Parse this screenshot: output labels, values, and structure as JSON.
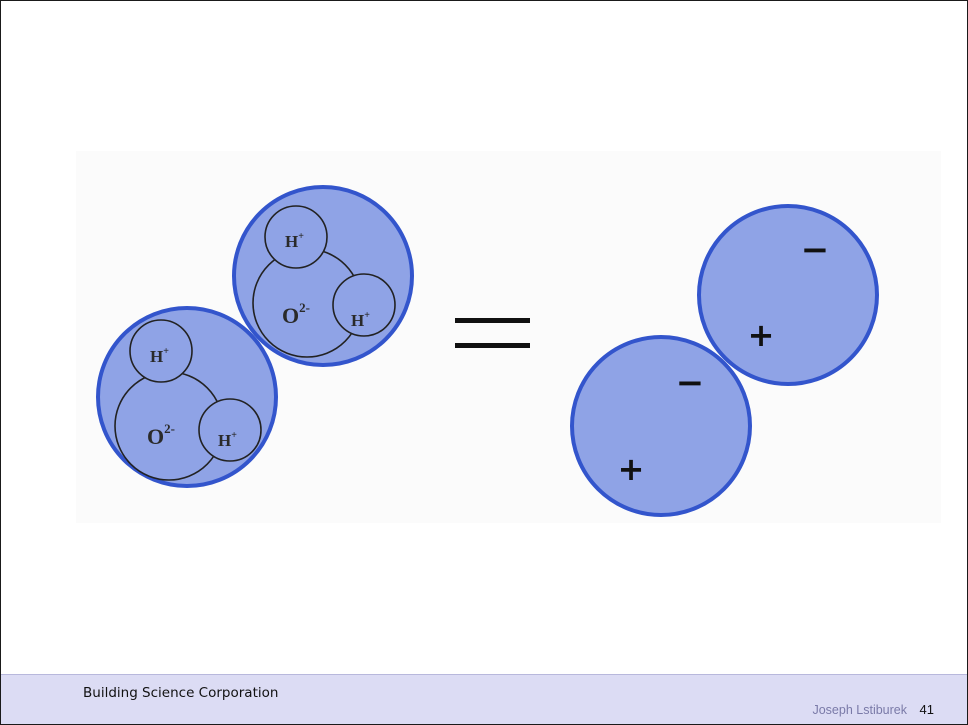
{
  "diagram": {
    "left_molecules": [
      {
        "hydrogen_top": "H",
        "hydrogen_side": "H",
        "hydrogen_charge": "+",
        "oxygen": "O",
        "oxygen_charge": "2-"
      },
      {
        "hydrogen_top": "H",
        "hydrogen_side": "H",
        "hydrogen_charge": "+",
        "oxygen": "O",
        "oxygen_charge": "2-"
      }
    ],
    "equals_sign": "=",
    "right_dipoles": [
      {
        "positive": "+",
        "negative": "−"
      },
      {
        "positive": "+",
        "negative": "−"
      }
    ],
    "colors": {
      "fill": "#8fa3e6",
      "stroke": "#3355cc",
      "inner_stroke": "#222222"
    }
  },
  "footer": {
    "organization": "Building Science Corporation",
    "author": "Joseph Lstiburek",
    "page_number": "41"
  }
}
